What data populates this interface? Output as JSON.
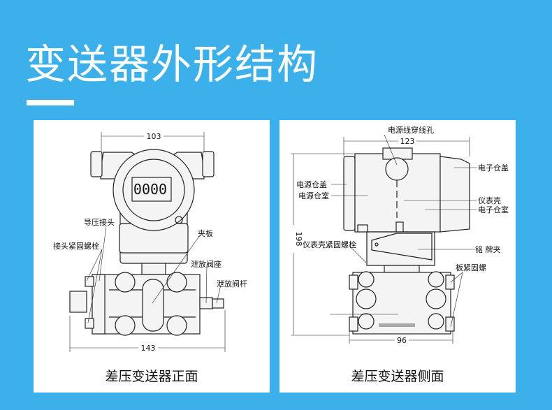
{
  "title": "变送器外形结构",
  "front": {
    "caption": "差压变送器正面",
    "dim_width_top": "103",
    "dim_width_bottom": "143",
    "display_value": "0000",
    "labels": {
      "pressure_connector": "导压接头",
      "connector_bolt": "接头紧固螺栓",
      "clamp_plate": "夹板",
      "drain_valve_seat": "泄放阀座",
      "drain_valve_stem": "泄放阀杆"
    }
  },
  "side": {
    "caption": "差压变送器侧面",
    "dim_width_top": "123",
    "dim_height": "198",
    "dim_width_bottom": "96",
    "labels": {
      "cable_entry": "电源线穿线孔",
      "electronics_cover": "电子仓盖",
      "power_cover": "电源仓盖",
      "power_chamber": "电源仓室",
      "housing": "仪表壳",
      "electronics_chamber": "电子仓室",
      "housing_bolt": "仪表壳紧固螺栓",
      "nameplate_clip": "铭 牌夹",
      "plate_bolt": "板紧固螺"
    }
  }
}
